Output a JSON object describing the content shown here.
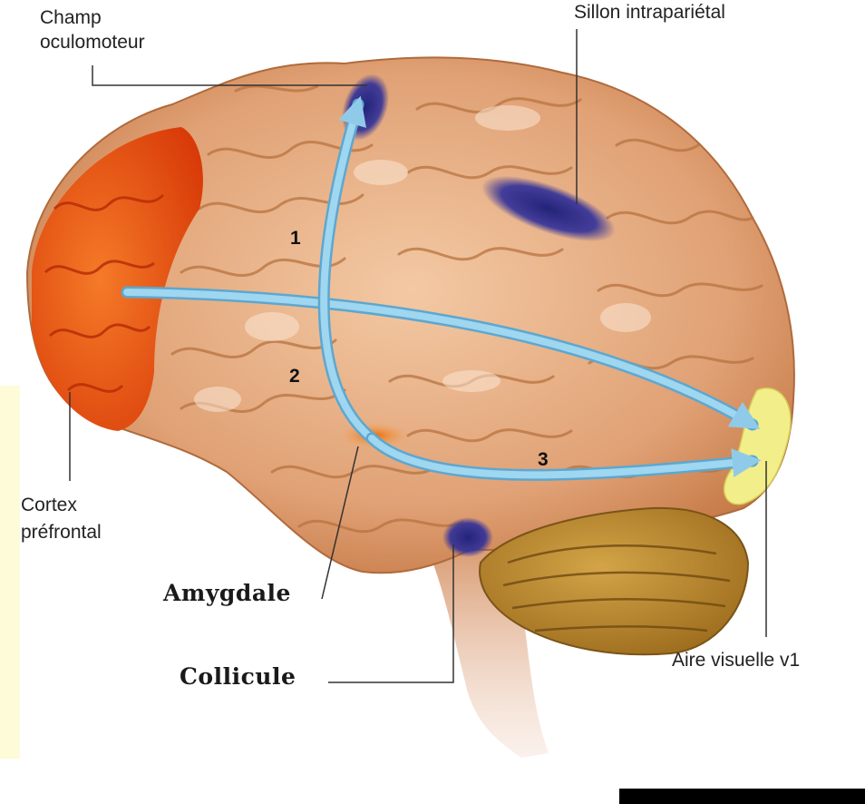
{
  "labels": {
    "champ_oculomoteur_line1": "Champ",
    "champ_oculomoteur_line2": "oculomoteur",
    "sillon_intraparietal": "Sillon intrapariétal",
    "cortex_prefrontal_line1": "Cortex",
    "cortex_prefrontal_line2": "préfrontal",
    "amygdale": "Amygdale",
    "collicule": "Collicule",
    "aire_visuelle": "Aire visuelle v1"
  },
  "pathways": [
    {
      "number": "1"
    },
    {
      "number": "2"
    },
    {
      "number": "3"
    }
  ],
  "colors": {
    "brain": "#e3a77c",
    "brain_outline": "#b06a3c",
    "prefrontal": "#e84a10",
    "cerebellum": "#b8862e",
    "visual_area": "#f2ee8a",
    "activation": "#2a2a8e",
    "amygdala": "#f08a1a",
    "arrow": "#8fcbe8",
    "left_strip": "#fdfbd8"
  }
}
